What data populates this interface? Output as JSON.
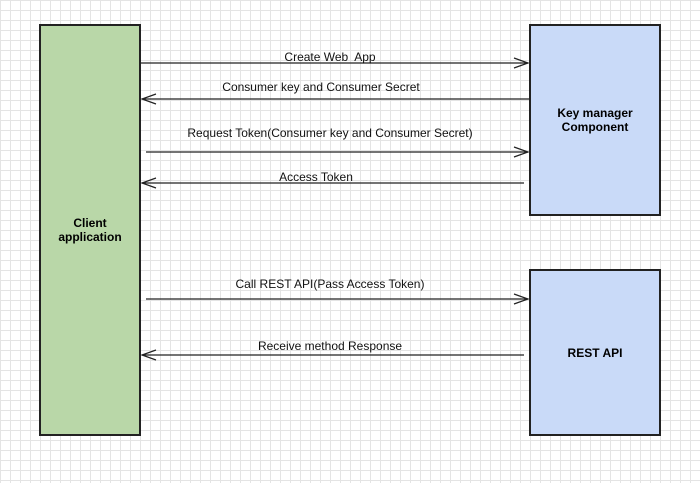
{
  "components": {
    "client": {
      "label": "Client\napplication",
      "color": "#b9d7a8"
    },
    "key_manager": {
      "label": "Key manager\nComponent",
      "color": "#c9daf8"
    },
    "rest_api": {
      "label": "REST API",
      "color": "#c9daf8"
    }
  },
  "messages": [
    {
      "label": "Create Web  App",
      "direction": "to-right"
    },
    {
      "label": "Consumer key and Consumer Secret",
      "direction": "to-left"
    },
    {
      "label": "Request Token(Consumer key and Consumer Secret)",
      "direction": "to-right"
    },
    {
      "label": "Access Token",
      "direction": "to-left"
    },
    {
      "label": "Call REST API(Pass Access Token)",
      "direction": "to-right"
    },
    {
      "label": "Receive method Response",
      "direction": "to-left"
    }
  ]
}
